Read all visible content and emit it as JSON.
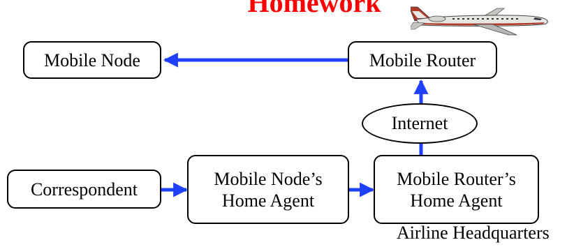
{
  "title": "Homework",
  "colors": {
    "title": "#ff0000",
    "arrow": "#1f40ff",
    "plane_body": "#e8e6e2",
    "plane_stripe": "#b23a2a"
  },
  "nodes": {
    "mobile_node": "Mobile Node",
    "mobile_router": "Mobile Router",
    "internet": "Internet",
    "correspondent": "Correspondent",
    "mn_home_agent": [
      "Mobile Node’s",
      "Home Agent"
    ],
    "mr_home_agent": [
      "Mobile Router’s",
      "Home Agent"
    ]
  },
  "captions": {
    "headquarters": "Airline Headquarters"
  },
  "icons": {
    "airplane": "airplane-icon"
  }
}
